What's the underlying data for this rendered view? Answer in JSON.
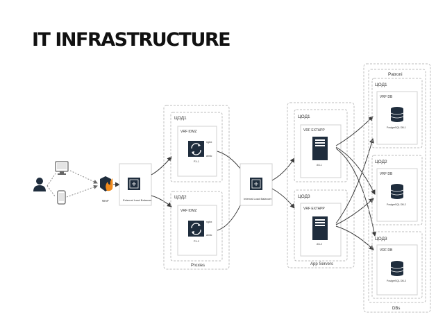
{
  "title": "IT INFRASTRUCTURE",
  "user": {
    "icon": "user-icon"
  },
  "devices": {
    "desktop_icon": "desktop-icon",
    "mobile_icon": "mobile-icon"
  },
  "waf": {
    "label": "WAF",
    "icon": "firewall-icon"
  },
  "ext_lb": {
    "label": "External Load Balancer",
    "icon": "load-balancer-icon"
  },
  "proxies": {
    "group_label": "Proxies",
    "dcs": [
      {
        "dc": "ЦОД1",
        "vrf": "VRF IDMZ",
        "node": "PX-1",
        "tags": [
          "nginx",
          "ahnic"
        ]
      },
      {
        "dc": "ЦОД2",
        "vrf": "VRF IDMZ",
        "node": "PX-2",
        "tags": [
          "nginx",
          "ahnic"
        ]
      }
    ]
  },
  "int_lb": {
    "label": "Internal Load Balancer",
    "icon": "load-balancer-icon"
  },
  "app_servers": {
    "group_label": "App Servers",
    "dcs": [
      {
        "dc": "ЦОД1",
        "vrf": "VRF EXTAPP",
        "node": "AS-1"
      },
      {
        "dc": "ЦОД3",
        "vrf": "VRF EXTAPP",
        "node": "AS-2"
      }
    ]
  },
  "dbs": {
    "group_label": "DBs",
    "cluster_label": "Patroni",
    "dcs": [
      {
        "dc": "ЦОД1",
        "vrf": "VRF DB",
        "node": "PostgreSQL DB-1"
      },
      {
        "dc": "ЦОД2",
        "vrf": "VRF DB",
        "node": "PostgreSQL DB-2"
      },
      {
        "dc": "ЦОД3",
        "vrf": "VRF DB",
        "node": "PostgreSQL DB-3"
      }
    ]
  },
  "colors": {
    "dark": "#1f2d3d",
    "flame": "#f08a1c",
    "line": "#3a3a3a"
  }
}
